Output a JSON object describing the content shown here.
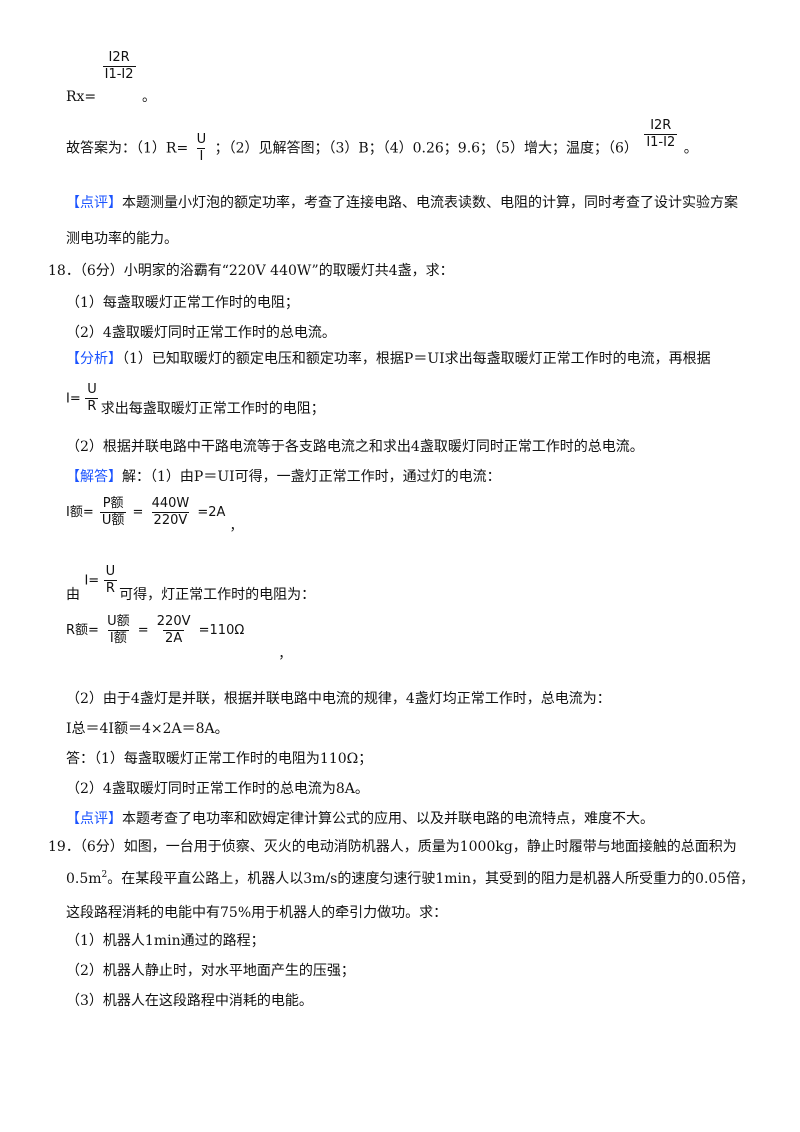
{
  "top_formula": {
    "lhs": "Rx=",
    "num": "I2R",
    "den": "I1-I2",
    "end": "。"
  },
  "answer_line": {
    "prefix": "故答案为：（1）R=",
    "frac_num": "U",
    "frac_den": "I",
    "rest": "；（2）见解答图；（3）B；（4）0.26；9.6；（5）增大；温度；（6）",
    "frac2_num": "I2R",
    "frac2_den": "I1-I2",
    "end": "。"
  },
  "review17": {
    "tag": "【点评】",
    "text1": "本题测量小灯泡的额定功率，考查了连接电路、电流表读数、电阻的计算，同时考查了设计实验方案",
    "text2": "测电功率的能力。"
  },
  "q18": {
    "head": "18．（6分）小明家的浴霸有“220V 440W”的取暖灯共4盏，求：",
    "item1": "（1）每盏取暖灯正常工作时的电阻；",
    "item2": "（2）4盏取暖灯同时正常工作时的总电流。",
    "analysis_tag": "【分析】",
    "analysis1": "（1）已知取暖灯的额定电压和额定功率，根据P＝UI求出每盏取暖灯正常工作时的电流，再根据",
    "analysis_formula_lhs": "I=",
    "analysis_formula_num": "U",
    "analysis_formula_den": "R",
    "analysis2": "求出每盏取暖灯正常工作时的电阻；",
    "analysis3": "（2）根据并联电路中干路电流等于各支路电流之和求出4盏取暖灯同时正常工作时的总电流。",
    "solution_tag": "【解答】",
    "solution1": "解：（1）由P＝UI可得，一盏灯正常工作时，通过灯的电流：",
    "f1_lhs": "I额=",
    "f1_num1": "P额",
    "f1_den1": "U额",
    "f1_eq": "=",
    "f1_num2": "440W",
    "f1_den2": "220V",
    "f1_res": "=2A",
    "f1_comma": "，",
    "by": "由",
    "f2_lhs": "I=",
    "f2_num": "U",
    "f2_den": "R",
    "by_rest": "可得，灯正常工作时的电阻为：",
    "f3_lhs": "R额=",
    "f3_num1": "U额",
    "f3_den1": "I额",
    "f3_eq": "=",
    "f3_num2": "220V",
    "f3_den2": "2A",
    "f3_res": "=110Ω",
    "f3_comma": "，",
    "solution2": "（2）由于4盏灯是并联，根据并联电路中电流的规律，4盏灯均正常工作时，总电流为：",
    "solution3": "I总＝4I额＝4×2A＝8A。",
    "answer1": "答：（1）每盏取暖灯正常工作时的电阻为110Ω；",
    "answer2": "（2）4盏取暖灯同时正常工作时的总电流为8A。",
    "review_tag": "【点评】",
    "review": "本题考查了电功率和欧姆定律计算公式的应用、以及并联电路的电流特点，难度不大。"
  },
  "q19": {
    "line1": "19．（6分）如图，一台用于侦察、灭火的电动消防机器人，质量为1000kg，静止时履带与地面接触的总面积为",
    "line2a": "0.5m",
    "line2sup": "2",
    "line2b": "。在某段平直公路上，机器人以3m/s的速度匀速行驶1min，其受到的阻力是机器人所受重力的0.05倍，",
    "line3": "这段路程消耗的电能中有75%用于机器人的牵引力做功。求：",
    "item1": "（1）机器人1min通过的路程；",
    "item2": "（2）机器人静止时，对水平地面产生的压强；",
    "item3": "（3）机器人在这段路程中消耗的电能。"
  }
}
